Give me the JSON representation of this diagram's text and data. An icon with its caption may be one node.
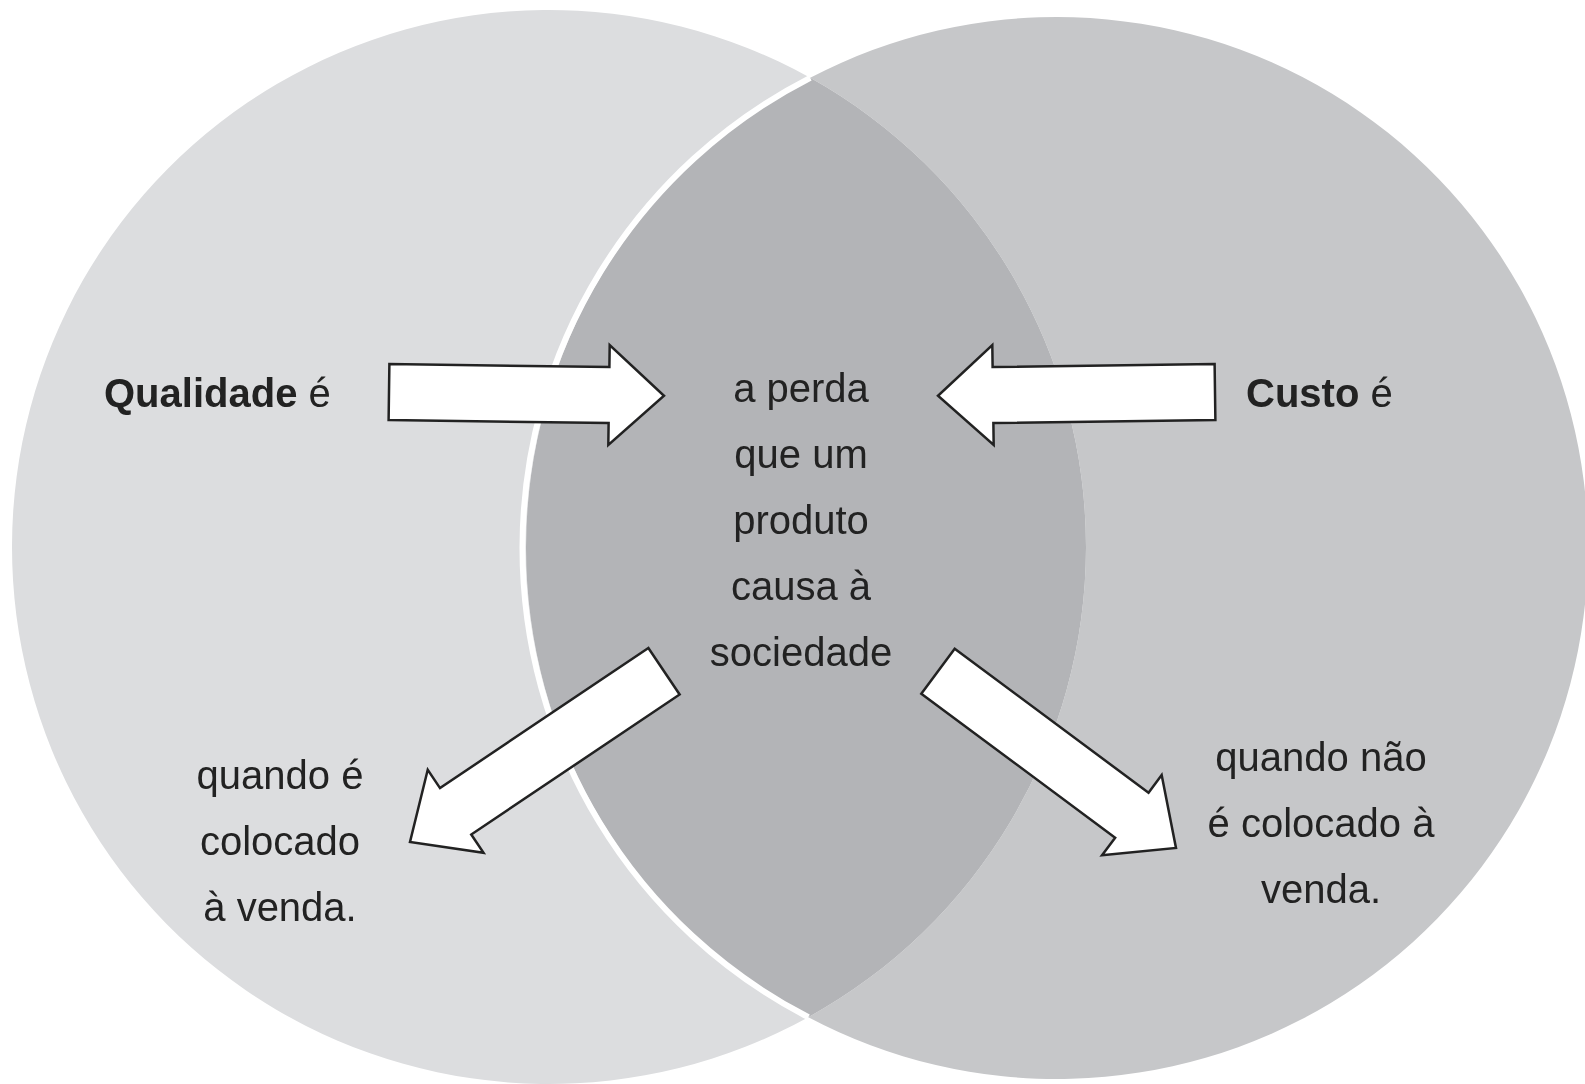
{
  "diagram": {
    "nodes": [
      {
        "text": [],
        "shape": "circle"
      },
      {
        "text": [],
        "shape": "circle"
      },
      {
        "text": [
          "**Qualidade** é"
        ],
        "in": 0
      },
      {
        "text": [
          "**Custo** é"
        ],
        "in": 1
      },
      {
        "text": [
          "a perda que um produto causa à sociedade"
        ]
      },
      {
        "text": [
          "quando é colocado à venda."
        ],
        "in": 0
      },
      {
        "text": [
          "quando não é colocado à venda."
        ],
        "in": 1
      }
    ],
    "edges": [
      {
        "from": 2,
        "to": 4,
        "arrow": "to",
        "style": "thick"
      },
      {
        "from": 3,
        "to": 4,
        "arrow": "to",
        "style": "thick"
      },
      {
        "from": 4,
        "to": 5,
        "arrow": "to",
        "style": "thick"
      },
      {
        "from": 4,
        "to": 6,
        "arrow": "to",
        "style": "thick"
      }
    ]
  }
}
